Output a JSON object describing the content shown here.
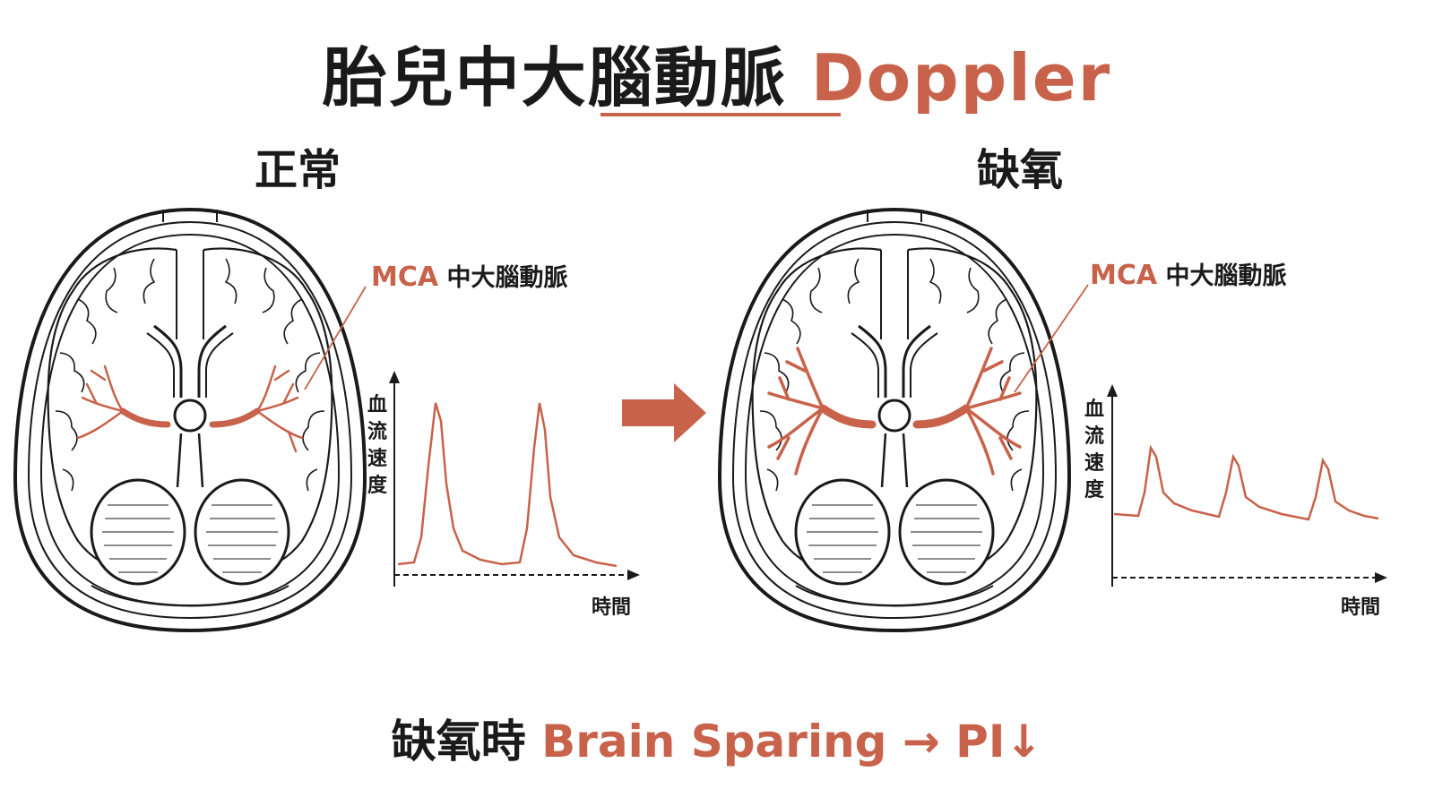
{
  "title": {
    "main": "胎兒中大腦動脈",
    "accent": "Doppler"
  },
  "panels": {
    "normal": {
      "label": "正常",
      "mca_abbr": "MCA",
      "mca_name": "中大腦動脈",
      "y_axis": [
        "血",
        "流",
        "速",
        "度"
      ],
      "x_axis": "時間"
    },
    "hypoxia": {
      "label": "缺氧",
      "mca_abbr": "MCA",
      "mca_name": "中大腦動脈",
      "y_axis": [
        "血",
        "流",
        "速",
        "度"
      ],
      "x_axis": "時間"
    }
  },
  "caption": {
    "prefix": "缺氧時",
    "accent": "Brain Sparing → PI↓"
  },
  "colors": {
    "accent": "#c8624a",
    "line": "#1a1a1a"
  },
  "icons": {
    "transition": "arrow-right-icon"
  }
}
